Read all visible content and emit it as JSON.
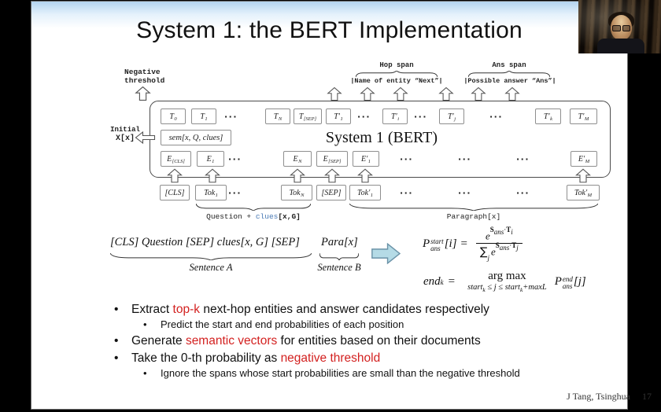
{
  "slide": {
    "title": "System 1: the BERT Implementation"
  },
  "footer": {
    "author": "J Tang, Tsinghua",
    "page": "17"
  },
  "diagram": {
    "negative_threshold": [
      "Negative",
      "threshold"
    ],
    "initial": [
      "Initial",
      "X[x]"
    ],
    "sem_box": "sem[x, Q, clues]",
    "system_label": "System 1 (BERT)",
    "hop_span": "Hop span",
    "hop_detail": "|Name of entity “Next”|",
    "ans_span": "Ans span",
    "ans_detail": "|Possible answer “Ans”|",
    "ellipsis": "···",
    "top_row": [
      {
        "base": "T",
        "sub": "0"
      },
      {
        "base": "T",
        "sub": "1"
      },
      {
        "base": "T",
        "sub": "N"
      },
      {
        "base": "T",
        "sub": "[SEP]"
      },
      {
        "base": "T′",
        "sub": "1"
      },
      {
        "base": "T′",
        "sub": "i"
      },
      {
        "base": "T′",
        "sub": "j"
      },
      {
        "base": "T′",
        "sub": "k"
      },
      {
        "base": "T′",
        "sub": "M"
      }
    ],
    "embed_row": [
      {
        "base": "E",
        "sub": "[CLS]"
      },
      {
        "base": "E",
        "sub": "1"
      },
      {
        "base": "E",
        "sub": "N"
      },
      {
        "base": "E",
        "sub": "[SEP]"
      },
      {
        "base": "E′",
        "sub": "1"
      },
      {
        "base": "E′",
        "sub": "M"
      }
    ],
    "token_row": [
      {
        "base": "[CLS]",
        "sub": ""
      },
      {
        "base": "Tok",
        "sub": "1"
      },
      {
        "base": "Tok",
        "sub": "N"
      },
      {
        "base": "[SEP]",
        "sub": ""
      },
      {
        "base": "Tok′",
        "sub": "1"
      },
      {
        "base": "Tok′",
        "sub": "M"
      }
    ],
    "question_label": {
      "pre": "Question + ",
      "clues": "clues",
      "post": "[x,G]"
    },
    "paragraph_label": "Paragraph[x]"
  },
  "formula": {
    "sentence_a": "[CLS] Question [SEP] clues[x, G] [SEP]",
    "sentence_a_label": "Sentence A",
    "sentence_b_tokens": "Para[x]",
    "sentence_b_label": "Sentence B",
    "eq1": {
      "P": "P",
      "sup": "start",
      "sub": "ans",
      "arg": "[i]",
      "equals": "=",
      "e": "e",
      "S": "S",
      "dot": "·",
      "T": "T",
      "i": "i",
      "j": "j",
      "sum": "∑"
    },
    "eq2": {
      "end": "end",
      "k": "k",
      "equals": "=",
      "argmax": "arg max",
      "cond_a": "start",
      "cond_b": " ≤ j ≤ start",
      "cond_c": "+maxL",
      "P": "P",
      "sup": "end",
      "sub": "ans",
      "arg": "[j]"
    }
  },
  "bullets": {
    "glyph": "•",
    "b1": {
      "pre": "Extract ",
      "red": "top-k",
      "post": " next-hop entities and answer candidates respectively"
    },
    "b1_sub": "Predict the start and end probabilities of each position",
    "b2": {
      "pre": "Generate ",
      "red": "semantic vectors",
      "post": " for entities based on their documents"
    },
    "b3": {
      "pre": "Take the 0-th probability as ",
      "red": "negative threshold",
      "post": ""
    },
    "b3_sub": "Ignore the spans whose start probabilities are small than the negative threshold"
  },
  "colors": {
    "highlight_red": "#d32120",
    "clues_blue": "#4a7ab5",
    "arrow_fill": "#b5dbe6",
    "arrow_stroke": "#6b93a8"
  }
}
